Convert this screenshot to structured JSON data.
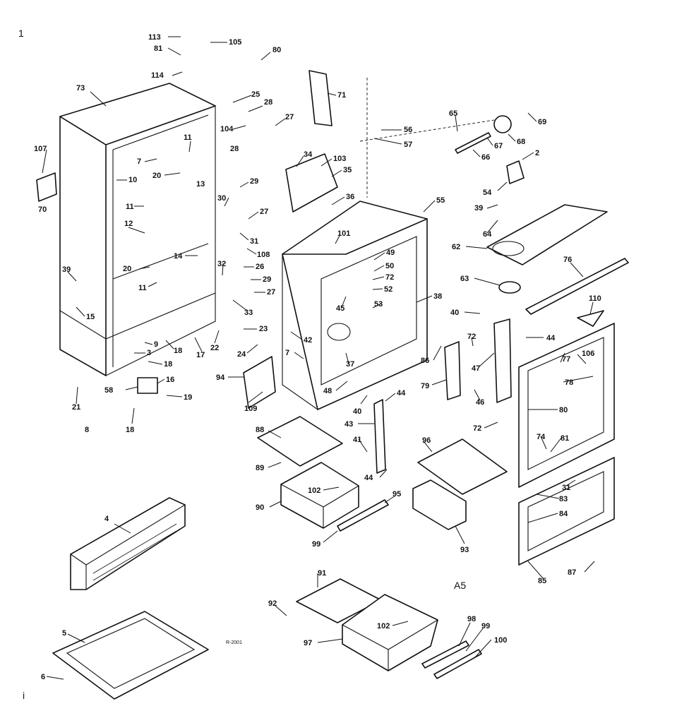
{
  "page_marks": {
    "top_left": "1",
    "bottom_left": "i",
    "section": "A5",
    "drawing_code": "R-2001"
  },
  "labels": {
    "l113": "113",
    "l81a": "81",
    "l114": "114",
    "l105": "105",
    "l80": "80",
    "l73": "73",
    "l71": "71",
    "l25": "25",
    "l28a": "28",
    "l104": "104",
    "l27a": "27",
    "l28b": "28",
    "l107": "107",
    "l70": "70",
    "l11a": "11",
    "l10": "10",
    "l7a": "7",
    "l20a": "20",
    "l13": "13",
    "l11b": "11",
    "l12": "12",
    "l14": "14",
    "l20b": "20",
    "l11c": "11",
    "l39a": "39",
    "l15": "15",
    "l9": "9",
    "l3": "3",
    "l18a": "18",
    "l18b": "18",
    "l17": "17",
    "l22": "22",
    "l23": "23",
    "l24": "24",
    "l21": "21",
    "l8": "8",
    "l58": "58",
    "l16": "16",
    "l19": "19",
    "l18c": "18",
    "l34": "34",
    "l103": "103",
    "l35": "35",
    "l36": "36",
    "l29a": "29",
    "l30": "30",
    "l27b": "27",
    "l31": "31",
    "l108": "108",
    "l32": "32",
    "l26": "26",
    "l29b": "29",
    "l27c": "27",
    "l33": "33",
    "l101": "101",
    "l56": "56",
    "l57": "57",
    "l55": "55",
    "l49": "49",
    "l50": "50",
    "l72a": "72",
    "l52": "52",
    "l45": "45",
    "l53": "53",
    "l38": "38",
    "l42": "42",
    "l7b": "7",
    "l37": "37",
    "l48": "48",
    "l94": "94",
    "l109": "109",
    "l65": "65",
    "l69": "69",
    "l67": "67",
    "l68": "68",
    "l66": "66",
    "l2": "2",
    "l54": "54",
    "l39b": "39",
    "l64": "64",
    "l62": "62",
    "l76": "76",
    "l63": "63",
    "l110": "110",
    "l40a": "40",
    "l44a": "44",
    "l72b": "72",
    "l86": "86",
    "l79": "79",
    "l47": "47",
    "l46": "46",
    "l72c": "72",
    "l106": "106",
    "l77": "77",
    "l78": "78",
    "l80b": "80",
    "l74": "74",
    "l81b": "81",
    "l31b": "31",
    "l83": "83",
    "l84": "84",
    "l85": "85",
    "l87": "87",
    "l44b": "44",
    "l40b": "40",
    "l43": "43",
    "l41": "41",
    "l44c": "44",
    "l88": "88",
    "l89": "89",
    "l102a": "102",
    "l90": "90",
    "l95": "95",
    "l99a": "99",
    "l96": "96",
    "l93": "93",
    "l4": "4",
    "l5": "5",
    "l6": "6",
    "l91": "91",
    "l92": "92",
    "l102b": "102",
    "l97": "97",
    "l98": "98",
    "l99b": "99",
    "l100": "100"
  }
}
